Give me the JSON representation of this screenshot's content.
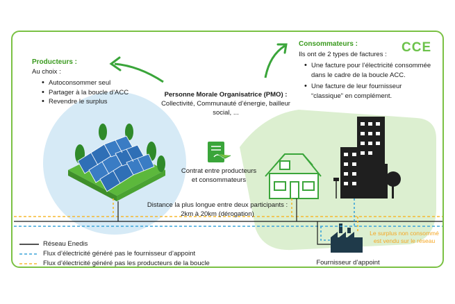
{
  "logo": "CCE",
  "producteurs": {
    "title": "Producteurs :",
    "subtitle": "Au choix :",
    "items": [
      "Autoconsommer seul",
      "Partager à la boucle d’ACC",
      "Revendre le surplus"
    ]
  },
  "consommateurs": {
    "title": "Consommateurs :",
    "subtitle": "Ils ont de 2 types de factures :",
    "items": [
      {
        "line1": "Une facture pour l’électricité consommée",
        "line2": "dans le cadre de la boucle ACC."
      },
      {
        "line1": "Une facture de leur fournisseur",
        "line2": "“classique” en complément."
      }
    ]
  },
  "pmo": {
    "title": "Personne Morale Organisatrice (PMO) :",
    "line1": "Collectivité, Communauté d’énergie, bailleur",
    "line2": "social, ..."
  },
  "contrat": {
    "line1": "Contrat entre producteurs",
    "line2": "et consommateurs"
  },
  "distance": {
    "line1": "Distance la plus longue entre deux participants :",
    "line2": "2km à 20km (dérogation)"
  },
  "surplus": {
    "line1": "Le surplus non consommé",
    "line2": "est vendu sur le réseau"
  },
  "fournisseur": "Fournisseur d’appoint",
  "legend": [
    {
      "label": "Réseau Enedis",
      "color": "#1a1a1a",
      "style": "solid"
    },
    {
      "label": "Flux d’électricité généré pas le fournisseur d’appoint",
      "color": "#3aa3d9",
      "style": "dashed"
    },
    {
      "label": "Flux d’électricité généré pas les producteurs de la boucle",
      "color": "#f5b82e",
      "style": "dashed"
    }
  ],
  "colors": {
    "accent": "#7ac143",
    "title_green": "#3a9a1e",
    "surplus": "#f5a623",
    "blue_flow": "#3aa3d9",
    "yellow_flow": "#f5b82e"
  }
}
